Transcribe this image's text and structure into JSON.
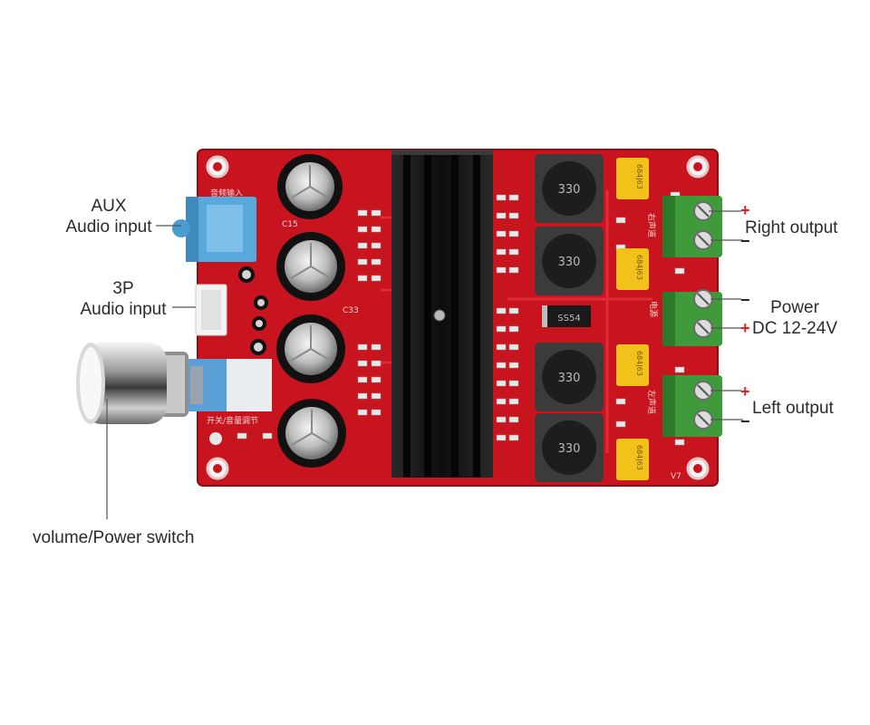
{
  "labels": {
    "aux_line1": "AUX",
    "aux_line2": "Audio input",
    "p3_line1": "3P",
    "p3_line2": "Audio input",
    "volume": "volume/Power switch",
    "right_output": "Right output",
    "power_line1": "Power",
    "power_line2": "DC 12-24V",
    "left_output": "Left output"
  },
  "signs": {
    "right_plus": "+",
    "right_minus": "−",
    "power_minus": "−",
    "power_plus": "+",
    "left_plus": "+",
    "left_minus": "−"
  },
  "board_text": {
    "aux_silk": "音频输入",
    "switch_silk": "开关/音量调节",
    "right_ch_silk": "右声道",
    "left_ch_silk": "左声道",
    "power_silk": "电源",
    "version": "V7",
    "diode": "SS54",
    "inductor_1": "330",
    "inductor_2": "330",
    "inductor_3": "330",
    "inductor_4": "330",
    "cap_1": "684J63",
    "cap_2": "684J63",
    "cap_3": "684J63",
    "cap_4": "684J63",
    "cap_c15": "C15",
    "cap_c33": "C33"
  },
  "colors": {
    "pcb": "#c8141e",
    "heatsink": "#151515",
    "terminal": "#3f9a3a",
    "film_cap": "#f2c21a",
    "jack": "#5aa9dc",
    "annotation_sign": "#e02020"
  }
}
